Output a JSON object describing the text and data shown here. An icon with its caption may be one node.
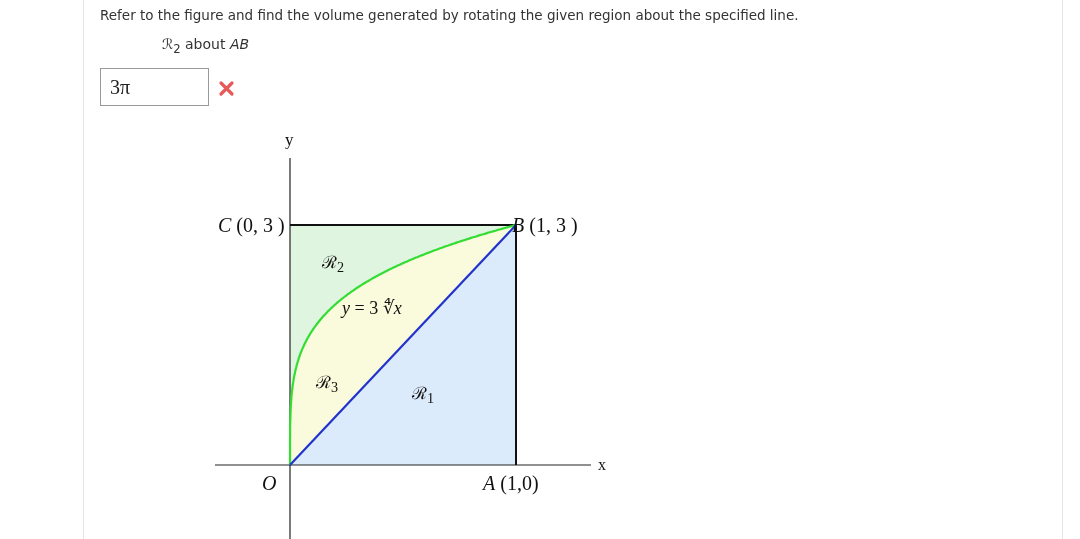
{
  "diagram": {
    "title": "Refer to the figure and find the volume generated by rotating the given region about the specified line.",
    "labels": [
      "ℛ$_{2}$ about *AB*",
      "3π",
      "y",
      "*C* (0, 3 )",
      "*B* (1, 3 )",
      "ℛ$_{2}$",
      "*y* = 3 ∜*x*",
      "ℛ$_{3}$",
      "ℛ$_{1}$",
      "x",
      "*O*",
      "*A* (1,0)"
    ]
  }
}
